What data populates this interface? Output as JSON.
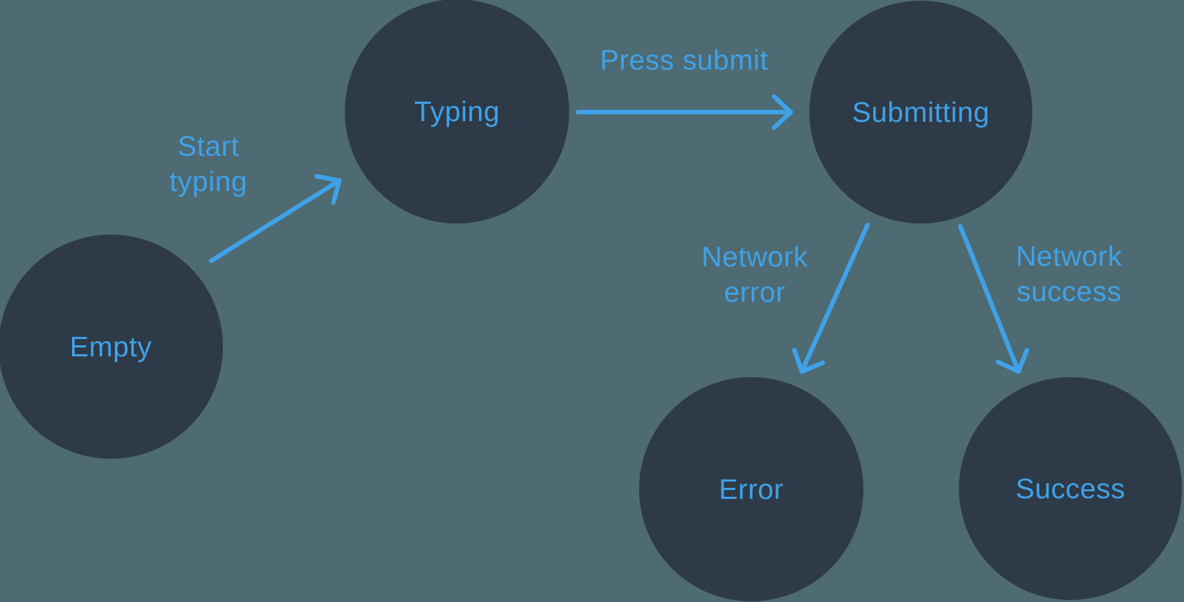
{
  "diagram": {
    "type": "state-machine",
    "states": [
      {
        "id": "empty",
        "label": "Empty"
      },
      {
        "id": "typing",
        "label": "Typing"
      },
      {
        "id": "submitting",
        "label": "Submitting"
      },
      {
        "id": "error",
        "label": "Error"
      },
      {
        "id": "success",
        "label": "Success"
      }
    ],
    "transitions": [
      {
        "from": "empty",
        "to": "typing",
        "label": "Start\ntyping"
      },
      {
        "from": "typing",
        "to": "submitting",
        "label": "Press submit"
      },
      {
        "from": "submitting",
        "to": "error",
        "label": "Network\nerror"
      },
      {
        "from": "submitting",
        "to": "success",
        "label": "Network\nsuccess"
      }
    ],
    "colors": {
      "background": "#4e6a72",
      "node_fill": "#2e3a47",
      "accent": "#3fa2e9"
    }
  }
}
